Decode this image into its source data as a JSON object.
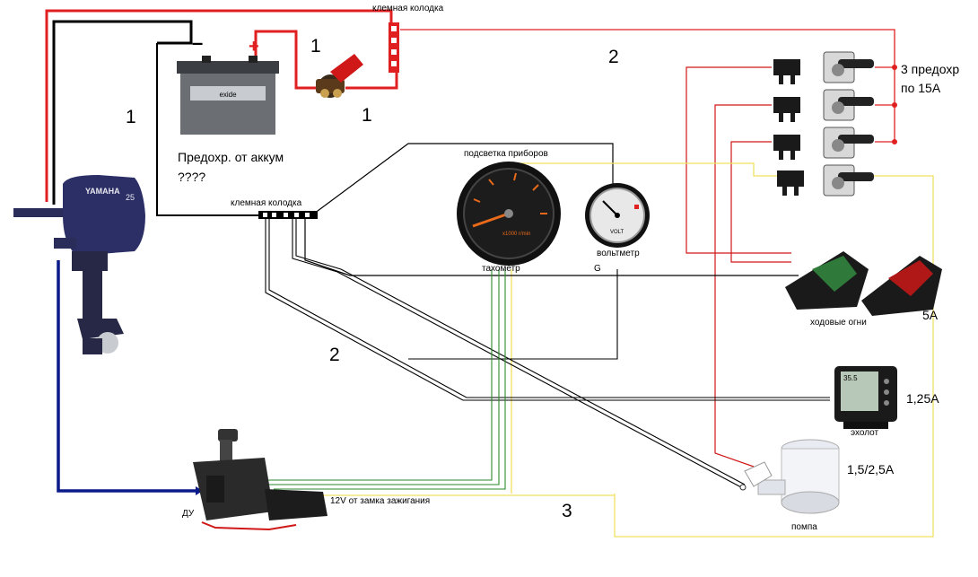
{
  "labels": {
    "terminal_block_top": "клемная колодка",
    "terminal_block_mid": "клемная колодка",
    "battery_fuse": "Предохр. от аккум",
    "battery_fuse_q": "????",
    "three_fuses_line1": "3 предохр",
    "three_fuses_line2": "по 15А",
    "instrument_light": "подсветка приборов",
    "tachometer": "тахометр",
    "voltmeter": "вольтметр",
    "voltmeter_g": "G",
    "nav_lights": "ходовые огни",
    "nav_lights_amp": "5А",
    "fishfinder": "эхолот",
    "fishfinder_amp": "1,25А",
    "pump": "помпа",
    "pump_amp": "1,5/2,5А",
    "remote_control": "ДУ",
    "ignition_12v": "12V от замка зажигания",
    "num_1_left": "1",
    "num_1_battery": "1",
    "num_1_switch": "1",
    "num_2_top": "2",
    "num_2_bottom": "2",
    "num_3": "3"
  },
  "device_text": {
    "motor_brand": "YAMAHA",
    "motor_model": "25",
    "tacho_scale": "x1000 r/min",
    "volt_face": "VOLT",
    "fishfinder_reading": "35.5",
    "battery_brand": "exide"
  },
  "colors": {
    "positive_wire": "#e02020",
    "negative_wire": "#000000",
    "lighting_wire": "#f0e060",
    "remote_cable": "#0a1a8a",
    "signal_wire_green": "#2a8a2a"
  }
}
